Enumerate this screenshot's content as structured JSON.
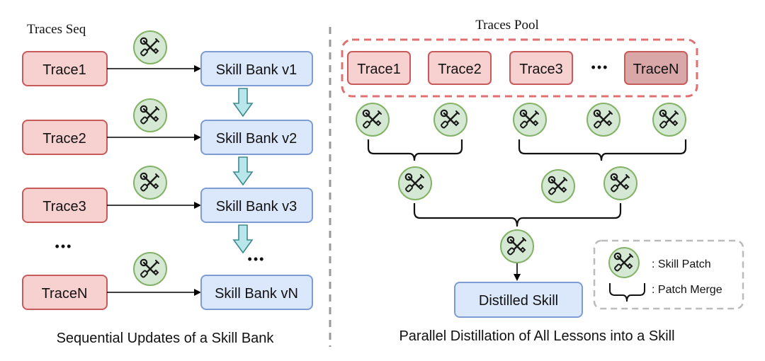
{
  "left_panel": {
    "title": "Traces Seq",
    "caption": "Sequential Updates of a Skill Bank",
    "traces": [
      "Trace1",
      "Trace2",
      "Trace3",
      "TraceN"
    ],
    "banks": [
      "Skill Bank v1",
      "Skill Bank v2",
      "Skill Bank v3",
      "Skill Bank vN"
    ],
    "ellipsis": "•••",
    "bank_ellipsis": "•••"
  },
  "right_panel": {
    "title": "Traces Pool",
    "caption": "Parallel Distillation of All Lessons into a Skill",
    "traces": [
      "Trace1",
      "Trace2",
      "Trace3",
      "TraceN"
    ],
    "ellipsis": "•••",
    "result": "Distilled Skill"
  },
  "legend": {
    "patch_label": ": Skill Patch",
    "merge_label": ": Patch Merge"
  },
  "icons": {
    "tool": "wrench-screwdriver-icon"
  },
  "colors": {
    "trace_fill": "#f7d0d0",
    "trace_stroke": "#c75a5a",
    "traceN_fill": "#d9a7a7",
    "bank_fill": "#dbe8fb",
    "bank_stroke": "#7d9cd3",
    "icon_fill": "#d5e8d4",
    "icon_stroke": "#82b366",
    "pool_border": "#e07070",
    "down_arrow_fill": "#b8e6ea",
    "down_arrow_stroke": "#3d8a8f",
    "divider": "#999999",
    "legend_border": "#bbbbbb"
  }
}
